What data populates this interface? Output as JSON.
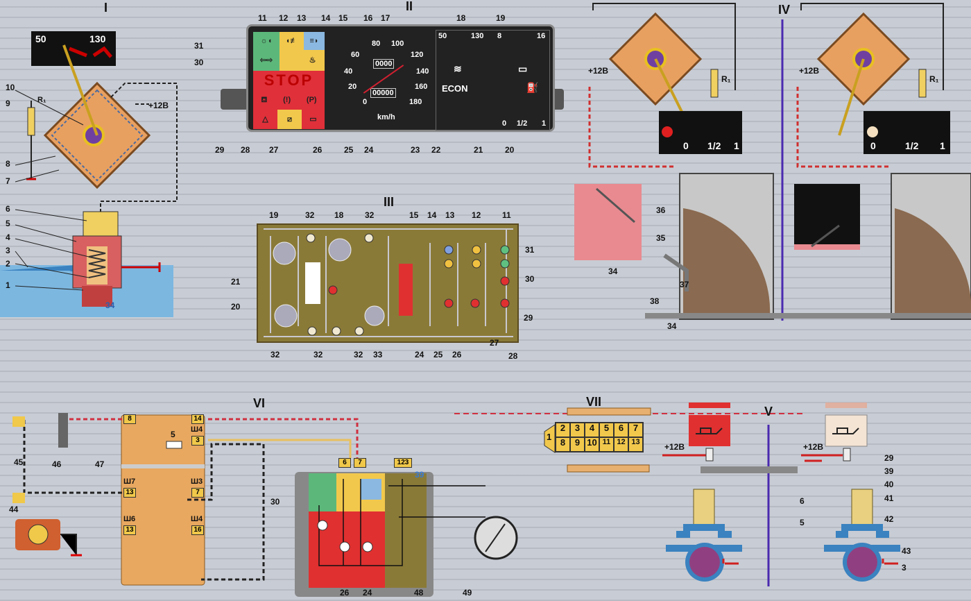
{
  "sections": {
    "s1": "I",
    "s2": "II",
    "s3": "III",
    "s4": "IV",
    "s5": "V",
    "s6": "VI",
    "s7": "VII"
  },
  "section1": {
    "gauge_min": "50",
    "gauge_max": "130",
    "resistor": "R₁",
    "voltage": "+12B",
    "board_ref": "34",
    "callouts": [
      "10",
      "9",
      "8",
      "7",
      "6",
      "5",
      "4",
      "3",
      "2",
      "1"
    ]
  },
  "section2": {
    "top_callouts": [
      "11",
      "12",
      "13",
      "14",
      "15",
      "16",
      "17",
      "18",
      "19"
    ],
    "side_callouts": [
      "31",
      "30"
    ],
    "bottom_callouts": [
      "29",
      "28",
      "27",
      "26",
      "25",
      "24",
      "23",
      "22",
      "21",
      "20"
    ],
    "stop_label": "STOP",
    "speed_ticks": [
      "0",
      "20",
      "40",
      "60",
      "80",
      "100",
      "120",
      "140",
      "160",
      "180"
    ],
    "speed_unit": "km/h",
    "trip_odometer": "0000",
    "odometer": "00000",
    "oil_gauge": [
      "50",
      "130"
    ],
    "volt_gauge": [
      "8",
      "16"
    ],
    "econ_label": "ECON",
    "fuel_scale": [
      "0",
      "1/2",
      "1"
    ]
  },
  "section3": {
    "callouts": {
      "top": [
        "19",
        "32",
        "18",
        "32",
        "15",
        "14",
        "13",
        "12",
        "11"
      ],
      "right": [
        "31",
        "30",
        "29"
      ],
      "left": [
        "21",
        "20"
      ],
      "bottom": [
        "32",
        "32",
        "32",
        "33",
        "24",
        "25",
        "26",
        "27",
        "28"
      ]
    }
  },
  "section4": {
    "voltage": "+12B",
    "resistor": "R₁",
    "fuel_scale": [
      "0",
      "1/2",
      "1"
    ],
    "callouts": [
      "36",
      "35",
      "34",
      "38",
      "37",
      "34"
    ]
  },
  "section5": {
    "voltage": "+12B",
    "callouts": [
      "29",
      "39",
      "40",
      "41",
      "6",
      "42",
      "5",
      "43",
      "3"
    ]
  },
  "section6": {
    "callouts": [
      "45",
      "46",
      "47",
      "44",
      "5",
      "30",
      "26",
      "24",
      "48",
      "49",
      "39"
    ],
    "pins": [
      "8",
      "14",
      "Ш4",
      "3",
      "Ш7",
      "13",
      "Ш3",
      "7",
      "Ш6",
      "13",
      "Ш4",
      "16",
      "6",
      "7",
      "123"
    ]
  },
  "section7": {
    "connector_pins": [
      "1",
      "2",
      "3",
      "4",
      "5",
      "6",
      "7",
      "8",
      "9",
      "10",
      "11",
      "12",
      "13"
    ]
  }
}
